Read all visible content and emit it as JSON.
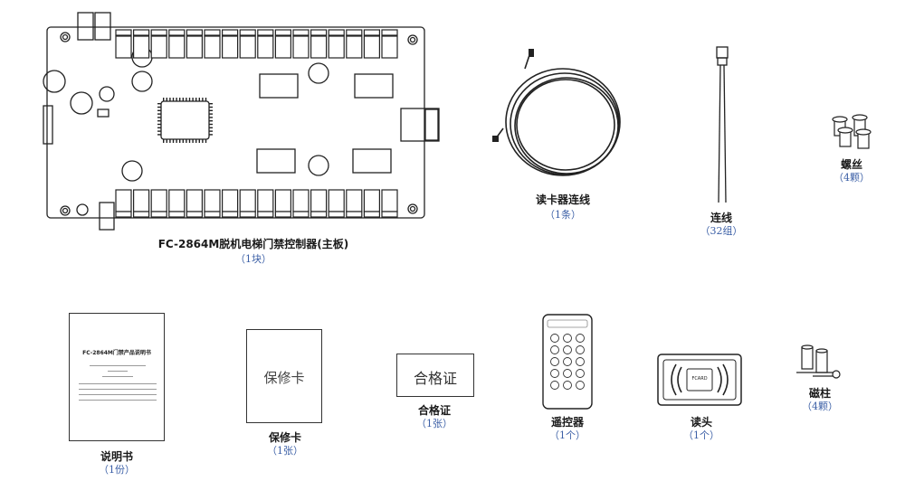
{
  "items": {
    "board": {
      "name": "FC-2864M脱机电梯门禁控制器(主板)",
      "count": "（1块）"
    },
    "reader_cable": {
      "name": "读卡器连线",
      "count": "（1条）"
    },
    "wire": {
      "name": "连线",
      "count": "（32组）"
    },
    "screw": {
      "name": "螺丝",
      "count": "（4颗）"
    },
    "manual": {
      "name": "说明书",
      "count": "（1份）",
      "doc_title": "FC-2864M门禁产品说明书"
    },
    "warranty": {
      "name": "保修卡",
      "count": "（1张）",
      "card_text": "保修卡"
    },
    "certificate": {
      "name": "合格证",
      "count": "（1张）",
      "card_text": "合格证"
    },
    "remote": {
      "name": "遥控器",
      "count": "（1个）"
    },
    "reader": {
      "name": "读头",
      "count": "（1个）",
      "brand": "FCARD"
    },
    "standoff": {
      "name": "磁柱",
      "count": "（4颗）"
    }
  }
}
